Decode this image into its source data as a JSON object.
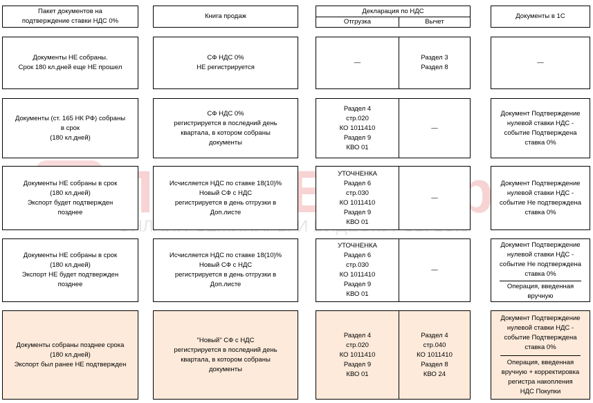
{
  "headers": {
    "package": "Пакет документов на\nподтверждение ставки НДС 0%",
    "sales_book": "Книга продаж",
    "declaration": "Декларация по НДС",
    "shipment": "Отгрузка",
    "deduction": "Вычет",
    "docs_1c": "Документы в 1С"
  },
  "rows": [
    {
      "package": "Документы НЕ собраны.\nСрок 180 кл.дней еще НЕ прошел",
      "sales_book": "СФ НДС 0%\nНЕ регистрируется",
      "shipment": "—",
      "deduction": "Раздел 3\nРаздел 8",
      "docs_1c": "—"
    },
    {
      "package": "Документы (ст. 165 НК РФ) собраны\nв срок\n(180 кл.дней)",
      "sales_book": "СФ НДС 0%\nрегистрируется в последний день\nквартала, в котором собраны\nдокументы",
      "shipment": "Раздел 4\nстр.020\nКО 1011410\nРаздел 9\nКВО 01",
      "deduction": "—",
      "docs_1c": "Документ Подтверждение\nнулевой ставки НДС -\nсобытие Подтверждена\nставка 0%"
    },
    {
      "package": "Документы НЕ собраны в срок\n(180 кл.дней)\nЭкспорт будет подтвержден\nпозднее",
      "sales_book": "Исчисляется НДС по ставке 18(10)%\nНовый СФ с НДС\nрегистрируется в день отгрузки в\nДоп.листе",
      "shipment": "УТОЧНЕНКА\nРаздел 6\nстр.030\nКО 1011410\nРаздел 9\nКВО 01",
      "deduction": "—",
      "docs_1c": "Документ Подтверждение\nнулевой ставки НДС -\nсобытие Не подтверждена\nставка 0%"
    },
    {
      "package": "Документы НЕ собраны в срок\n(180 кл.дней)\nЭкспорт НЕ будет подтвержден\nпозднее",
      "sales_book": "Исчисляется НДС по ставке 18(10)%\nНовый СФ с НДС\nрегистрируется в день отгрузки в\nДоп.листе",
      "shipment": "УТОЧНЕНКА\nРаздел 6\nстр.030\nКО 1011410\nРаздел 9\nКВО 01",
      "deduction": "—",
      "docs_1c_top": "Документ Подтверждение\nнулевой ставки НДС -\nсобытие Не подтверждена\nставка 0%",
      "docs_1c_bottom": "Операция, введенная\nвручную"
    },
    {
      "package": "Документы собраны позднее срока\n(180 кл.дней)\nЭкспорт был ранее НЕ подтвержден",
      "sales_book": "\"Новый\" СФ с НДС\nрегистрируется в последний день\nквартала, в котором собраны\nдокументы",
      "shipment": "Раздел 4\nстр.020\nКО 1011410\nРаздел 9\nКВО 01",
      "deduction": "Раздел 4\nстр.040\nКО 1011410\nРаздел 8\nКВО 24",
      "docs_1c_top": "Документ Подтверждение\nнулевой ставки НДС -\nсобытие Подтверждена\nставка 0%",
      "docs_1c_bottom": "Операция, введенная\nвручную + корректировка\nрегистра накопления\nНДС Покупки"
    }
  ],
  "watermark": {
    "brand": "ПРОФБУХ8.ру",
    "tagline": "ОНЛАЙН-СЕМИНАРЫ И ВИДЕОКУРСЫ 1С:8",
    "color": "#f7d3d3",
    "tagline_color": "#e8e8e8"
  }
}
